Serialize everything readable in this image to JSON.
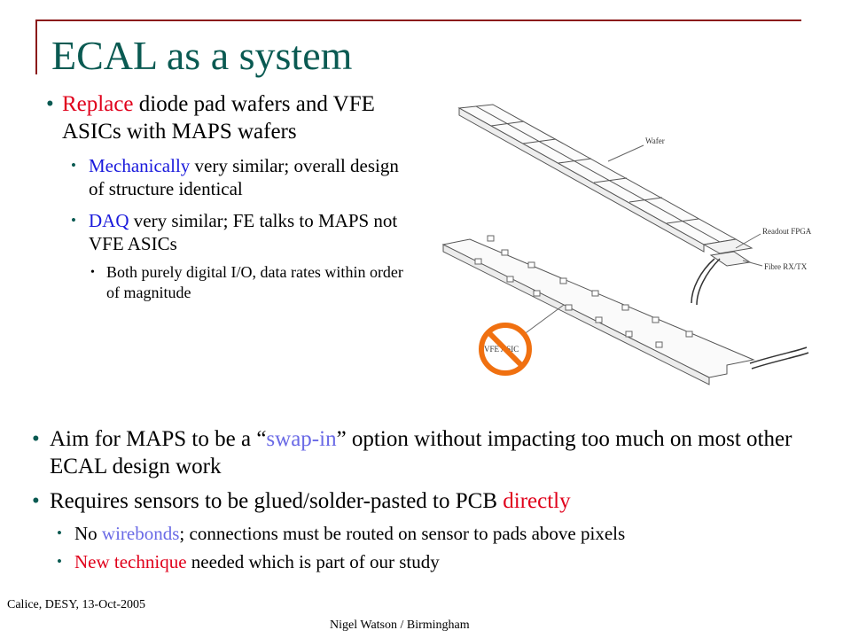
{
  "slide": {
    "title": "ECAL as a system",
    "bullets": {
      "main": {
        "red": "Replace",
        "rest": " diode pad wafers and VFE ASICs with MAPS wafers"
      },
      "sub1": {
        "blue": "Mechanically",
        "rest": " very similar; overall design of structure identical"
      },
      "sub2": {
        "blue": "DAQ",
        "rest": " very similar; FE talks to MAPS not VFE ASICs"
      },
      "sub3": {
        "text": "Both purely digital I/O, data rates within order of magnitude"
      }
    },
    "lower": {
      "b1": {
        "pre": "Aim for MAPS to be a “",
        "blue": "swap-in",
        "post": "” option without impacting too much on most other ECAL design work"
      },
      "b2": {
        "pre": "Requires sensors to be glued/solder-pasted to PCB ",
        "red": "directly"
      },
      "b3": {
        "pre": "No ",
        "blue": "wirebonds",
        "post": "; connections must be routed on sensor to pads above pixels"
      },
      "b4": {
        "red": "New technique",
        "post": " needed which is part of our study"
      }
    },
    "diagram": {
      "wafer_label": "Wafer",
      "readout_label": "Readout FPGA",
      "fibre_label": "Fibre RX/TX",
      "asic_label": "VFE ASIC"
    },
    "footer": {
      "left": "Calice, DESY, 13-Oct-2005",
      "center": "Nigel Watson / Birmingham"
    },
    "colors": {
      "title": "#0a5a52",
      "red": "#e0001b",
      "blue": "#1a1adc",
      "frame": "#8b1a1a",
      "no_sign": "#f07010"
    }
  }
}
